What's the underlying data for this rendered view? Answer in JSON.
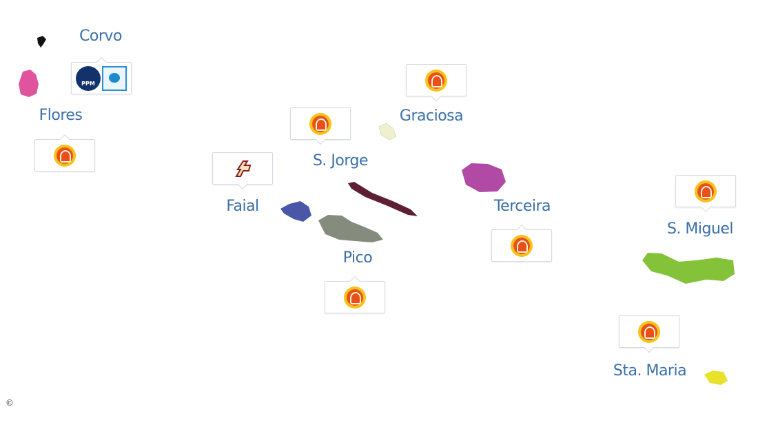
{
  "islands": [
    {
      "name": "Corvo",
      "color": "#111111",
      "logos": [
        "ppm-logo",
        "party-square-logo"
      ]
    },
    {
      "name": "Flores",
      "color": "#e0549e",
      "logos": [
        "pcp-logo"
      ]
    },
    {
      "name": "Graciosa",
      "color": "#eef0cf",
      "logos": [
        "pcp-logo"
      ]
    },
    {
      "name": "S. Jorge",
      "color": "#5c1f34",
      "logos": [
        "pcp-logo"
      ]
    },
    {
      "name": "Faial",
      "color": "#4a57a8",
      "logos": [
        "arrow-party-logo"
      ]
    },
    {
      "name": "Pico",
      "color": "#858c7d",
      "logos": [
        "pcp-logo"
      ]
    },
    {
      "name": "Terceira",
      "color": "#b04aa5",
      "logos": [
        "pcp-logo"
      ]
    },
    {
      "name": "S. Miguel",
      "color": "#84c23a",
      "logos": [
        "pcp-logo"
      ]
    },
    {
      "name": "Sta. Maria",
      "color": "#e8e22a",
      "logos": [
        "pcp-logo"
      ]
    }
  ],
  "logo_text": {
    "ppm": "PPM"
  },
  "copyright": "©"
}
